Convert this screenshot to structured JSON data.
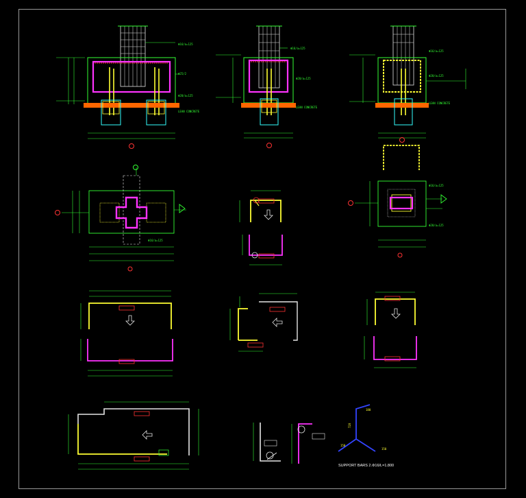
{
  "colors": {
    "background": "#000000",
    "frame": "#9a9a9a",
    "green": "#33ff33",
    "yellow": "#ffff33",
    "magenta": "#ff33ff",
    "red": "#ff3333",
    "cyan": "#33ffff",
    "orange": "#ff6600",
    "blue": "#3344ff",
    "white": "#e6e6e6"
  },
  "labels": {
    "support_bars": "SUPPORT BARS 2.Φ16/L=1.800",
    "dim_180": "180",
    "dim_720": "720",
    "dim_150_a": "150",
    "dim_150_b": "150"
  }
}
